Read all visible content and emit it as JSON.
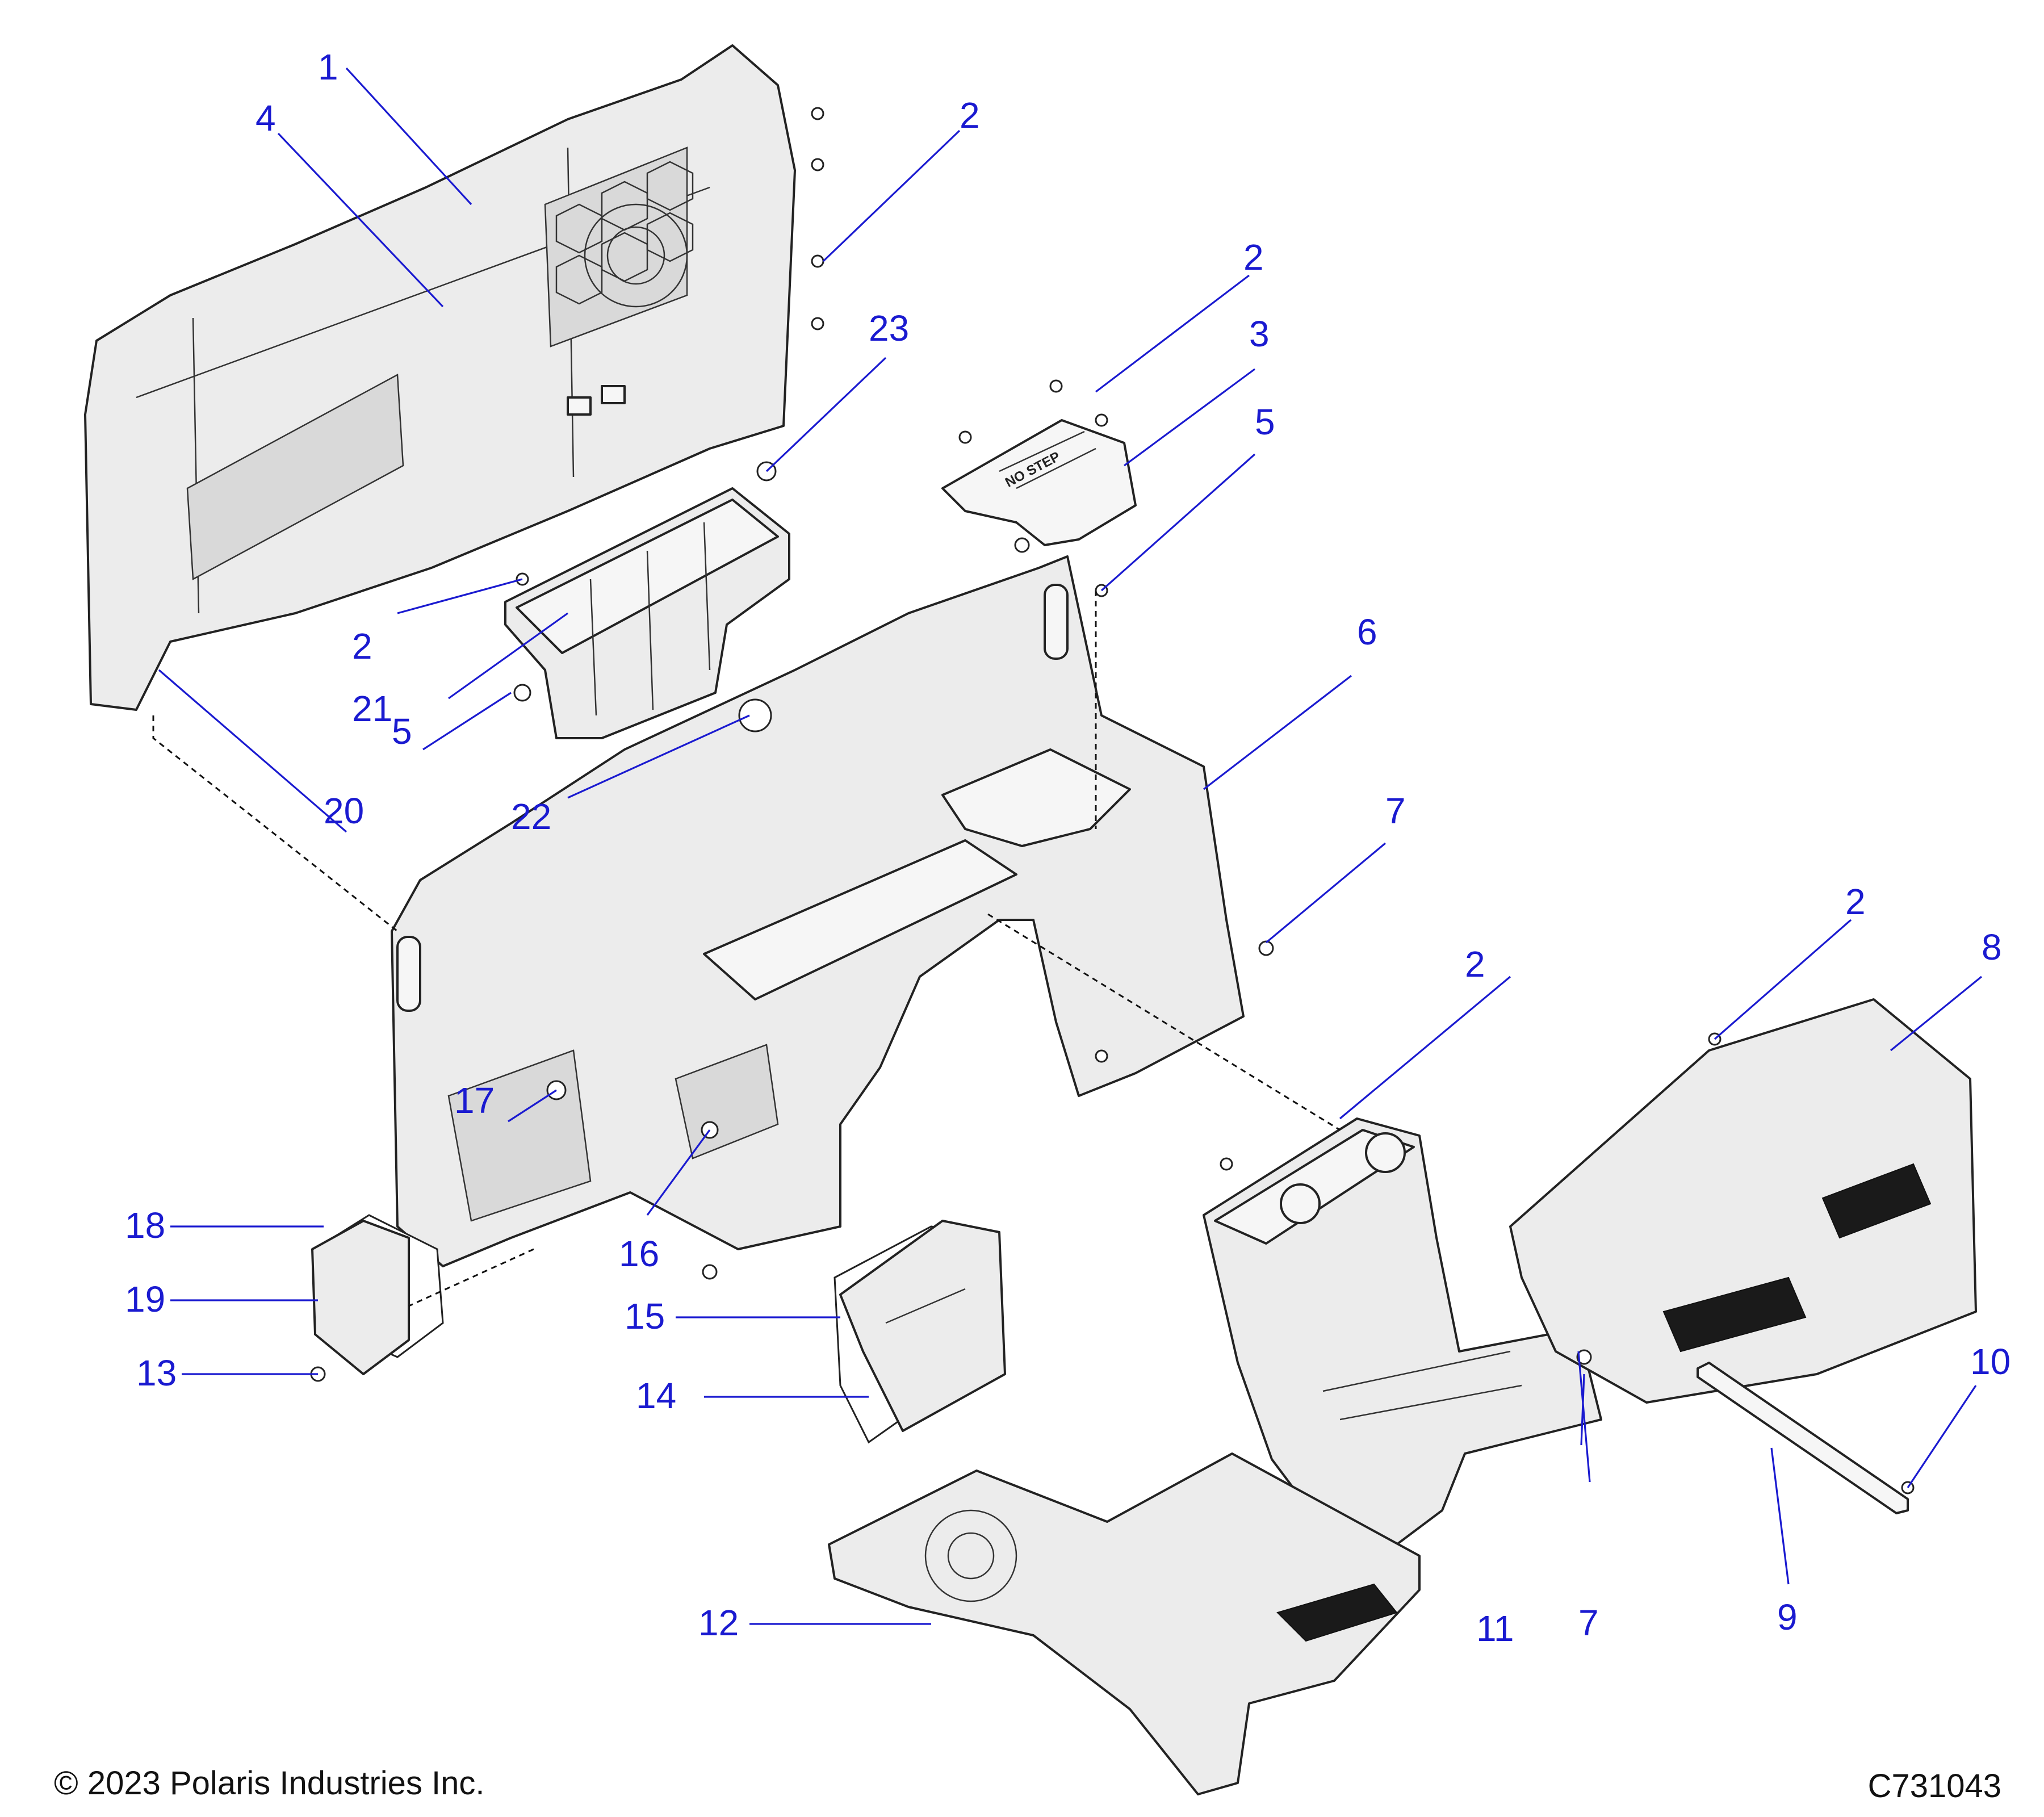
{
  "callouts": [
    {
      "id": "1",
      "label": "1"
    },
    {
      "id": "2a",
      "label": "2"
    },
    {
      "id": "2b",
      "label": "2"
    },
    {
      "id": "2c",
      "label": "2"
    },
    {
      "id": "2d",
      "label": "2"
    },
    {
      "id": "2e",
      "label": "2"
    },
    {
      "id": "3",
      "label": "3"
    },
    {
      "id": "4",
      "label": "4"
    },
    {
      "id": "5a",
      "label": "5"
    },
    {
      "id": "5b",
      "label": "5"
    },
    {
      "id": "6",
      "label": "6"
    },
    {
      "id": "7a",
      "label": "7"
    },
    {
      "id": "7b",
      "label": "7"
    },
    {
      "id": "8",
      "label": "8"
    },
    {
      "id": "9",
      "label": "9"
    },
    {
      "id": "10",
      "label": "10"
    },
    {
      "id": "11",
      "label": "11"
    },
    {
      "id": "12",
      "label": "12"
    },
    {
      "id": "13",
      "label": "13"
    },
    {
      "id": "14",
      "label": "14"
    },
    {
      "id": "15",
      "label": "15"
    },
    {
      "id": "16",
      "label": "16"
    },
    {
      "id": "17",
      "label": "17"
    },
    {
      "id": "18",
      "label": "18"
    },
    {
      "id": "19",
      "label": "19"
    },
    {
      "id": "20",
      "label": "20"
    },
    {
      "id": "21",
      "label": "21"
    },
    {
      "id": "22",
      "label": "22"
    },
    {
      "id": "23",
      "label": "23"
    }
  ],
  "part_markings": {
    "panel_3_text": "NO STEP"
  },
  "footer": {
    "copyright": "© 2023 Polaris Industries Inc.",
    "drawing_number": "C731043"
  },
  "colors": {
    "callout": "#1a1ad0",
    "linework": "#222222",
    "part_fill": "#ececec"
  }
}
